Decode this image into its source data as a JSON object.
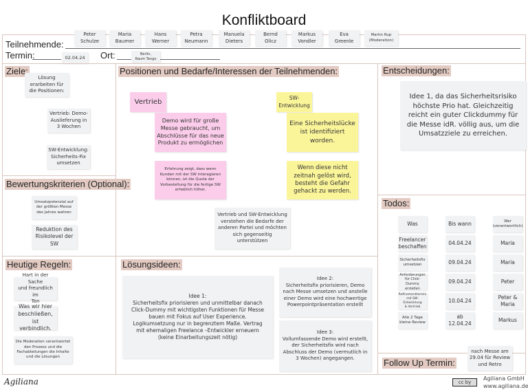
{
  "title": "Konfliktboard",
  "header": {
    "participants_label": "Teilnehmende:",
    "date_label": "Termin:",
    "date_value": "02.04.24",
    "place_label": "Ort:",
    "place_value": "Berlin,\nRaum Tango",
    "participants": [
      "Peter\nSchulze",
      "Maria\nBaumer",
      "Hans\nWerner",
      "Petra\nNeumann",
      "Manuela\nDieters",
      "Bernd\nOlicz",
      "Markus\nVondler",
      "Eva\nGreenle",
      "Martin Rup\n(Moderation)"
    ]
  },
  "goals": {
    "heading": "Ziele:",
    "notes": [
      "Lösung\nerarbeiten für\ndie Positionen:",
      "Vertrieb: Demo-\nAuslieferung in\n3 Wochen",
      "SW-Entwicklung:\nSicherheits-Fix\numsetzen"
    ]
  },
  "criteria": {
    "heading": "Bewertungskriterien (Optional):",
    "notes": [
      "Umsatzpotenzial auf\nder größten Messe\ndes Jahres wahren",
      "Reduktion des\nRisikolevel der\nSW"
    ]
  },
  "rules": {
    "heading": "Heutige Regeln:",
    "notes": [
      "Hart in der Sache\nund freundlich im\nTon",
      "Was wir hier\nbeschließen, ist\nverbindlich.",
      "Die Moderation verantwortet\nden Prozess und die\nFachabteilungen die Inhalte\nund die Lösungen"
    ]
  },
  "positions": {
    "heading": "Positionen und Bedarfe/Interessen der Teilnehmenden:",
    "sales_label": "Vertrieb",
    "sales_notes": [
      "Demo wird für große\nMesse gebraucht, um\nAbschlüsse für das neue\nProdukt zu ermöglichen",
      "Erfahrung zeigt, dass wenn\nKunden mit der SW interagieren\nkönnen, ist die Quote der\nVorbestellung für die fertige SW\nerheblich höher."
    ],
    "dev_label": "SW-\nEntwicklung",
    "dev_notes": [
      "Eine Sicherheitslücke\nist identifiziert\nworden.",
      "Wenn diese nicht\nzeitnah gelöst wird,\nbesteht die Gefahr\ngehackt zu werden."
    ],
    "shared": "Vertrieb und SW-Entwicklung\nverstehen die Bedarfe der\nanderen Partei und möchten\nsich gegenseitig\nunterstützen"
  },
  "solutions": {
    "heading": "Lösungsideen:",
    "ideas": [
      "Idee 1:\nSicherheitsfix priorisieren und unmittelbar danach\nClick-Dummy mit wichtigsten Funktionen für Messe\nbauen mit Fokus auf User Experience.\nLogikumsetzung nur in begrenztem Maße. Vertrag\nmit ehemaligen Freelance –Entwickler erneuern\n(keine Einarbeitungszeit nötig)",
      "Idee 2:\nSicherheitsfix priorisieren, Demo\nnach Messe umsetzen und anstelle\neiner Demo wird eine hochwertige\nPowerpointpräsentation erstellt",
      "Idee 3:\nVollumfassende Demo wird erstellt,\nder Sicherheitsfix wird nach\nAbschluss der Demo (vermutlich in\n3 Wochen) angegangen."
    ]
  },
  "decisions": {
    "heading": "Entscheidungen:",
    "text": "Idee 1, da das Sicherheitsrisiko höchste Prio hat. Gleichzeitig reicht ein guter Clickdummy für die Messe idR. völlig aus, um die Umsatzziele zu erreichen."
  },
  "todos": {
    "heading": "Todos:",
    "columns": [
      "Was",
      "Bis wann",
      "Wer\n(verantwortlich)"
    ],
    "rows": [
      [
        "Freelancer\nbeschaffen",
        "04.04.24",
        "Maria"
      ],
      [
        "Sicherheitsfix\numsetzen",
        "09.04.24",
        "Maria"
      ],
      [
        "Anforderungen\nfür Click-Dummy\nerstellen",
        "09.04.24",
        "Peter"
      ],
      [
        "Refinementtermin\nmit SW-Entwicklung\n& Vertrieb",
        "10.04.24",
        "Peter &\nMaria"
      ],
      [
        "Alle 2 Tage\nkleine Review",
        "ab\n12.04.24",
        "Markus"
      ]
    ]
  },
  "followup": {
    "heading": "Follow Up Termin:",
    "text": "nach Messe am\n29.04 für Review\nund Retro"
  },
  "footer": {
    "logo": "Agiliana",
    "company": "Agiliana GmbH",
    "website": "www.agiliana.de",
    "license": "cc by"
  }
}
